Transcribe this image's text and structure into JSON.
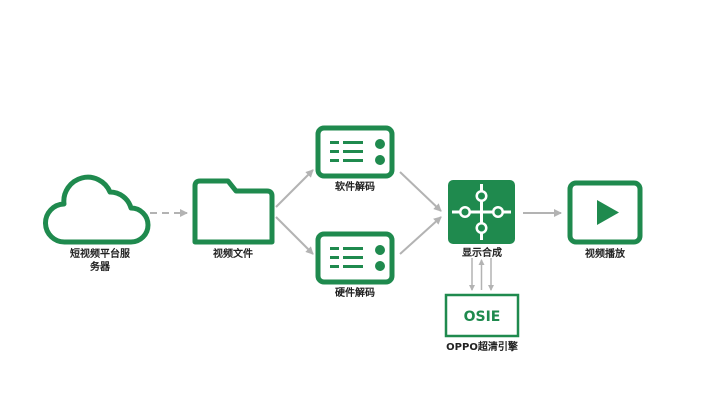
{
  "colors": {
    "primary": "#1f8a4e",
    "arrow": "#b3b3b3",
    "text": "#222222"
  },
  "nodes": {
    "cloud": {
      "label_line1": "短视频平台服",
      "label_line2": "务器",
      "icon": "cloud-icon"
    },
    "file": {
      "label": "视频文件",
      "icon": "folder-icon"
    },
    "software_decode": {
      "label": "软件解码",
      "icon": "server-list-icon"
    },
    "hardware_decode": {
      "label": "硬件解码",
      "icon": "server-list-icon"
    },
    "compose": {
      "label": "显示合成",
      "icon": "puzzle-icon"
    },
    "playback": {
      "label": "视频播放",
      "icon": "play-icon"
    },
    "osie": {
      "box_text": "OSIE",
      "label": "OPPO超清引擎"
    }
  }
}
